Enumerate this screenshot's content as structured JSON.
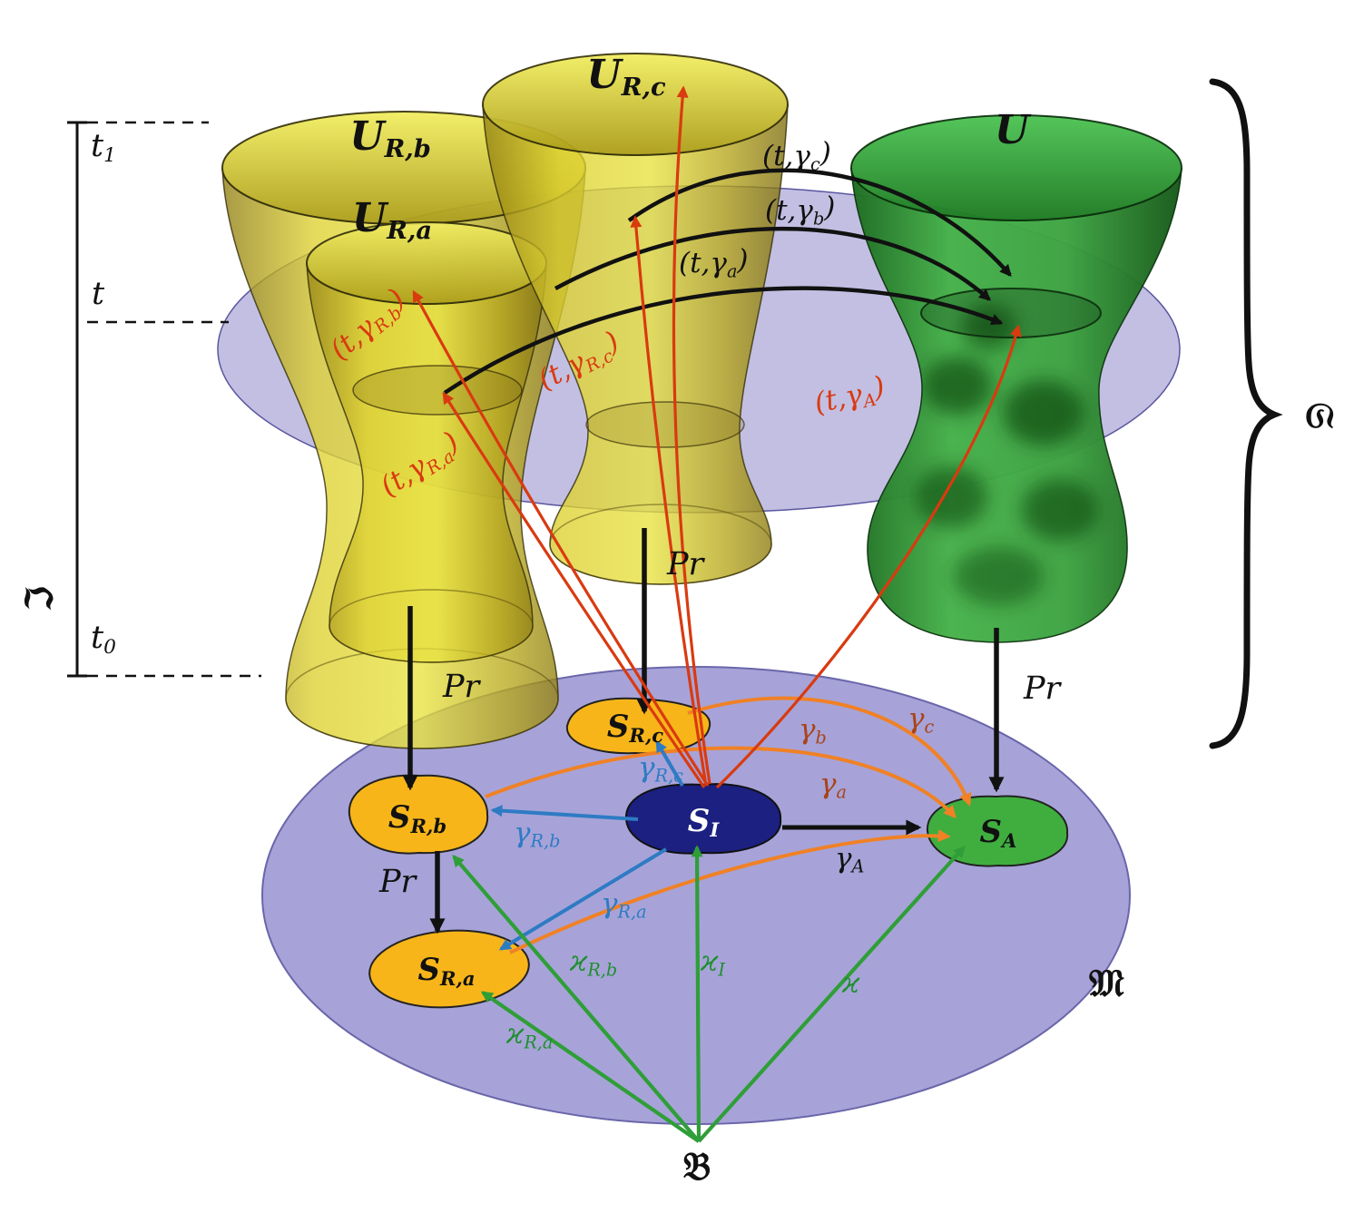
{
  "axis": {
    "t1": {
      "main": "t",
      "sub": "1"
    },
    "t": {
      "main": "t",
      "sub": ""
    },
    "t0": {
      "main": "t",
      "sub": "0"
    },
    "interval_label": "ℑ"
  },
  "brace": {
    "label": "𝔖"
  },
  "manifold_label": "𝔐",
  "base_label": "𝔅",
  "pr_label": "Pr",
  "tubes": {
    "u_rb": {
      "main": "U",
      "sub": "R,b"
    },
    "u_ra": {
      "main": "U",
      "sub": "R,a"
    },
    "u_rc": {
      "main": "U",
      "sub": "R,c"
    },
    "u": {
      "main": "U",
      "sub": ""
    }
  },
  "regions": {
    "s_rc": {
      "main": "S",
      "sub": "R,c"
    },
    "s_rb": {
      "main": "S",
      "sub": "R,b"
    },
    "s_ra": {
      "main": "S",
      "sub": "R,a"
    },
    "s_i": {
      "main": "S",
      "sub": "I"
    },
    "s_a": {
      "main": "S",
      "sub": "A"
    }
  },
  "curve_labels": {
    "t_gamma_c": {
      "pre": "(t,γ",
      "sub": "c",
      "post": ")"
    },
    "t_gamma_b": {
      "pre": "(t,γ",
      "sub": "b",
      "post": ")"
    },
    "t_gamma_a": {
      "pre": "(t,γ",
      "sub": "a",
      "post": ")"
    },
    "t_gamma_rb": {
      "pre": "(t,γ",
      "sub": "R,b",
      "post": ")"
    },
    "t_gamma_rc": {
      "pre": "(t,γ",
      "sub": "R,c",
      "post": ")"
    },
    "t_gamma_ra": {
      "pre": "(t,γ",
      "sub": "R,a",
      "post": ")"
    },
    "t_gamma_A": {
      "pre": "(t,γ",
      "sub": "A",
      "post": ")"
    }
  },
  "gamma_labels": {
    "c": {
      "main": "γ",
      "sub": "c"
    },
    "b": {
      "main": "γ",
      "sub": "b"
    },
    "a": {
      "main": "γ",
      "sub": "a"
    },
    "A": {
      "main": "γ",
      "sub": "A"
    },
    "rc": {
      "main": "γ",
      "sub": "R,c"
    },
    "rb": {
      "main": "γ",
      "sub": "R,b"
    },
    "ra": {
      "main": "γ",
      "sub": "R,a"
    }
  },
  "kappa_labels": {
    "ra": {
      "main": "ϰ",
      "sub": "R,a"
    },
    "rb": {
      "main": "ϰ",
      "sub": "R,b"
    },
    "i": {
      "main": "ϰ",
      "sub": "I"
    },
    "plain": {
      "main": "ϰ",
      "sub": ""
    }
  },
  "colors": {
    "plane_upper": "#8f8bcb",
    "plane_lower": "#a29ed6",
    "tube_yellow": "#ddd02f",
    "tube_green": "#2f9a35",
    "region_yellow": "#f7b519",
    "region_blue": "#1c2080",
    "region_green": "#3fae3f",
    "arrow_black": "#111111",
    "arrow_red": "#d93a10",
    "arrow_orange": "#f08125",
    "arrow_blue": "#2e7bc4",
    "arrow_green": "#2f9e38",
    "gamma_brown": "#a8431a"
  }
}
